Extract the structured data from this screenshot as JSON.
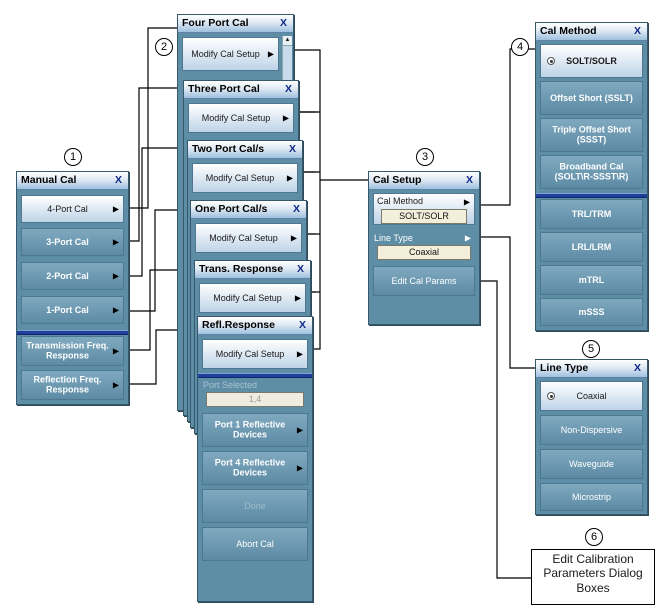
{
  "callouts": [
    "1",
    "2",
    "3",
    "4",
    "5",
    "6"
  ],
  "manual_cal": {
    "title": "Manual Cal",
    "close": "X",
    "items": [
      "4-Port Cal",
      "3-Port Cal",
      "2-Port Cal",
      "1-Port Cal",
      "Transmission Freq. Response",
      "Reflection Freq. Response"
    ]
  },
  "four_port": {
    "title": "Four Port Cal",
    "close": "X",
    "modify": "Modify Cal Setup"
  },
  "three_port": {
    "title": "Three Port Cal",
    "close": "X",
    "modify": "Modify Cal Setup"
  },
  "two_port": {
    "title": "Two Port Cal/s",
    "close": "X",
    "modify": "Modify Cal Setup"
  },
  "one_port": {
    "title": "One Port Cal/s",
    "close": "X",
    "modify": "Modify Cal Setup"
  },
  "trans_resp": {
    "title": "Trans. Response",
    "close": "X",
    "modify": "Modify Cal Setup"
  },
  "refl_resp": {
    "title": "Refl.Response",
    "close": "X",
    "modify": "Modify Cal Setup",
    "port_selected_label": "Port Selected",
    "port_selected_value": "1,4",
    "port1": "Port 1 Reflective Devices",
    "port4": "Port 4 Reflective Devices",
    "done": "Done",
    "abort": "Abort Cal"
  },
  "cal_setup": {
    "title": "Cal Setup",
    "close": "X",
    "cal_method_label": "Cal Method",
    "cal_method_value": "SOLT/SOLR",
    "line_type_label": "Line Type",
    "line_type_value": "Coaxial",
    "edit_params": "Edit Cal Params"
  },
  "cal_method": {
    "title": "Cal Method",
    "close": "X",
    "options": [
      "SOLT/SOLR",
      "Offset Short (SSLT)",
      "Triple Offset Short (SSST)",
      "Broadband Cal (SOLT\\R-SSST\\R)",
      "TRL/TRM",
      "LRL/LRM",
      "mTRL",
      "mSSS"
    ]
  },
  "line_type": {
    "title": "Line Type",
    "close": "X",
    "options": [
      "Coaxial",
      "Non-Dispersive",
      "Waveguide",
      "Microstrip"
    ]
  },
  "edit_cal_dialog": "Edit Calibration Parameters Dialog Boxes",
  "colors": {
    "menu_bg": "#5e8ea6",
    "title_gradient_bottom": "#9fc0de",
    "close_x": "#10288a",
    "separator": "#1f3f9a"
  }
}
